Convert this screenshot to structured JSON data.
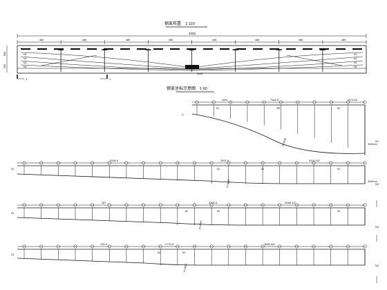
{
  "plan": {
    "title": "钢束布置",
    "scale": "1:120",
    "total_dim": "4000",
    "segment_dims": [
      "480",
      "485",
      "485",
      "485",
      "485",
      "485",
      "485",
      "485"
    ],
    "left_dims": [
      "500",
      "200"
    ],
    "cable_labels": [
      "N1",
      "N2",
      "N3",
      "N4"
    ],
    "section_mark": "1",
    "mid_label": "N4ⅆ"
  },
  "detail": {
    "title": "钢束坐标示意图",
    "scale": "1:60"
  },
  "cables": [
    {
      "id": "N1",
      "length_label": "7344.5",
      "straight_label": "2370.4/2",
      "curve_label": "R=3000",
      "end_label": "3533mm",
      "angle_label": "5°",
      "mid_tags": [
        "N1",
        "4号",
        "N6"
      ]
    },
    {
      "id": "N2",
      "straight_label_a": "3158.9",
      "arc_label": "2591.6",
      "straight_label_b": "6101.5/2",
      "curve_label": "R=4000",
      "end_label": "4500mm",
      "angle_label": "20",
      "mid_tags": [
        "N2",
        "N2",
        "N2"
      ]
    },
    {
      "id": "N3",
      "straight_label_a": "347",
      "arc_label": "2306.6",
      "straight_label_b": "5080.4/2",
      "curve_label": "R=4000",
      "angle_label": "20",
      "mid_tags": [
        "N3",
        "N3",
        "N3"
      ]
    },
    {
      "id": "N4",
      "straight_label_a": "795.4",
      "arc_label": "1775.9",
      "straight_label_b": "3652.6/2",
      "curve_label": "R=4000",
      "angle_label": "20",
      "mid_tags": [
        "N4",
        "N4"
      ]
    }
  ]
}
